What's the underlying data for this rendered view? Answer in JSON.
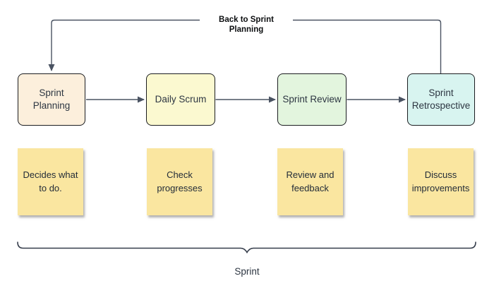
{
  "diagram": {
    "title_hint": "Scrum sprint process flow",
    "back_edge_label": "Back to Sprint Planning",
    "bracket_label": "Sprint",
    "steps": [
      {
        "label": "Sprint Planning",
        "fill": "#fcefdc",
        "note": "Decides what to do."
      },
      {
        "label": "Daily Scrum",
        "fill": "#fbf9d0",
        "note": "Check progresses"
      },
      {
        "label": "Sprint Review",
        "fill": "#e3f5de",
        "note": "Review and feedback"
      },
      {
        "label": "Sprint Retrospective",
        "fill": "#d8f4f0",
        "note": "Discuss improvements"
      }
    ],
    "note_fill": "#fae6a0",
    "colors": {
      "connector": "#4a5362",
      "node_border": "#1b1d20",
      "node_text": "#2d3642",
      "note_text": "#232c38",
      "edge_label_text": "#0c0e10",
      "background": "#ffffff"
    }
  }
}
